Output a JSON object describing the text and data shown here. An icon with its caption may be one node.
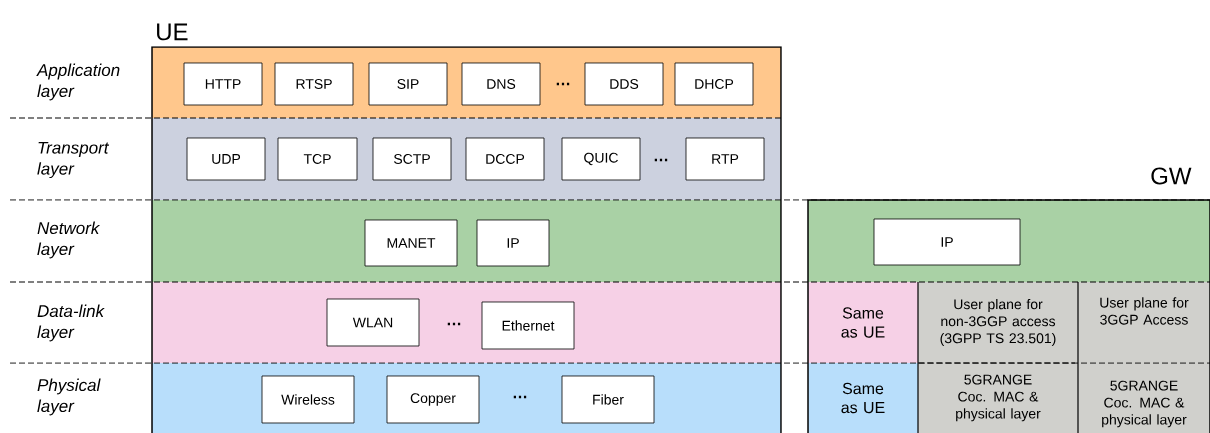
{
  "diagram": {
    "nodes": [
      {
        "text": [
          "UE"
        ]
      },
      {
        "text": [],
        "shape": "band",
        "in": 0
      },
      {
        "text": [
          "HTTP"
        ],
        "in": 1
      },
      {
        "text": [
          "RTSP"
        ],
        "in": 1
      },
      {
        "text": [
          "SIP"
        ],
        "in": 1
      },
      {
        "text": [
          "DNS"
        ],
        "in": 1
      },
      {
        "text": [
          "DDS"
        ],
        "in": 1
      },
      {
        "text": [
          "DHCP"
        ],
        "in": 1
      },
      {
        "text": [],
        "shape": "band",
        "in": 0
      },
      {
        "text": [
          "UDP"
        ],
        "in": 8
      },
      {
        "text": [
          "TCP"
        ],
        "in": 8
      },
      {
        "text": [
          "SCTP"
        ],
        "in": 8
      },
      {
        "text": [
          "DCCP"
        ],
        "in": 8
      },
      {
        "text": [
          "QUIC"
        ],
        "in": 8
      },
      {
        "text": [
          "RTP"
        ],
        "in": 8
      },
      {
        "text": [],
        "shape": "band",
        "in": 0
      },
      {
        "text": [
          "MANET"
        ],
        "in": 15
      },
      {
        "text": [
          "IP"
        ],
        "in": 15
      },
      {
        "text": [],
        "shape": "band",
        "in": 0
      },
      {
        "text": [
          "WLAN"
        ],
        "in": 18
      },
      {
        "text": [
          "Ethernet"
        ],
        "in": 18
      },
      {
        "text": [],
        "shape": "band",
        "in": 0
      },
      {
        "text": [
          "Wireless"
        ],
        "in": 21
      },
      {
        "text": [
          "Copper"
        ],
        "in": 21
      },
      {
        "text": [
          "Fiber"
        ],
        "in": 21
      },
      {
        "text": [
          "GW"
        ]
      },
      {
        "text": [],
        "shape": "band",
        "in": 25
      },
      {
        "text": [
          "IP"
        ],
        "in": 26
      },
      {
        "text": [
          "Same as UE"
        ],
        "in": 25
      },
      {
        "text": [
          "User plane for non-3GGP access (3GPP TS 23.501)"
        ],
        "in": 25
      },
      {
        "text": [
          "Same as UE"
        ],
        "in": 25
      },
      {
        "text": [
          "5GRANGE Coc. MAC & physical layer"
        ],
        "in": 25
      },
      {
        "text": [
          "User plane for 3GGP Access",
          "5GRANGE Coc. MAC & physical layer"
        ],
        "in": 25
      }
    ],
    "labels": [
      "Application layer",
      "…",
      "Transport layer",
      "…",
      "Network layer",
      "Data-link layer",
      "…",
      "Physical layer",
      "…"
    ]
  }
}
